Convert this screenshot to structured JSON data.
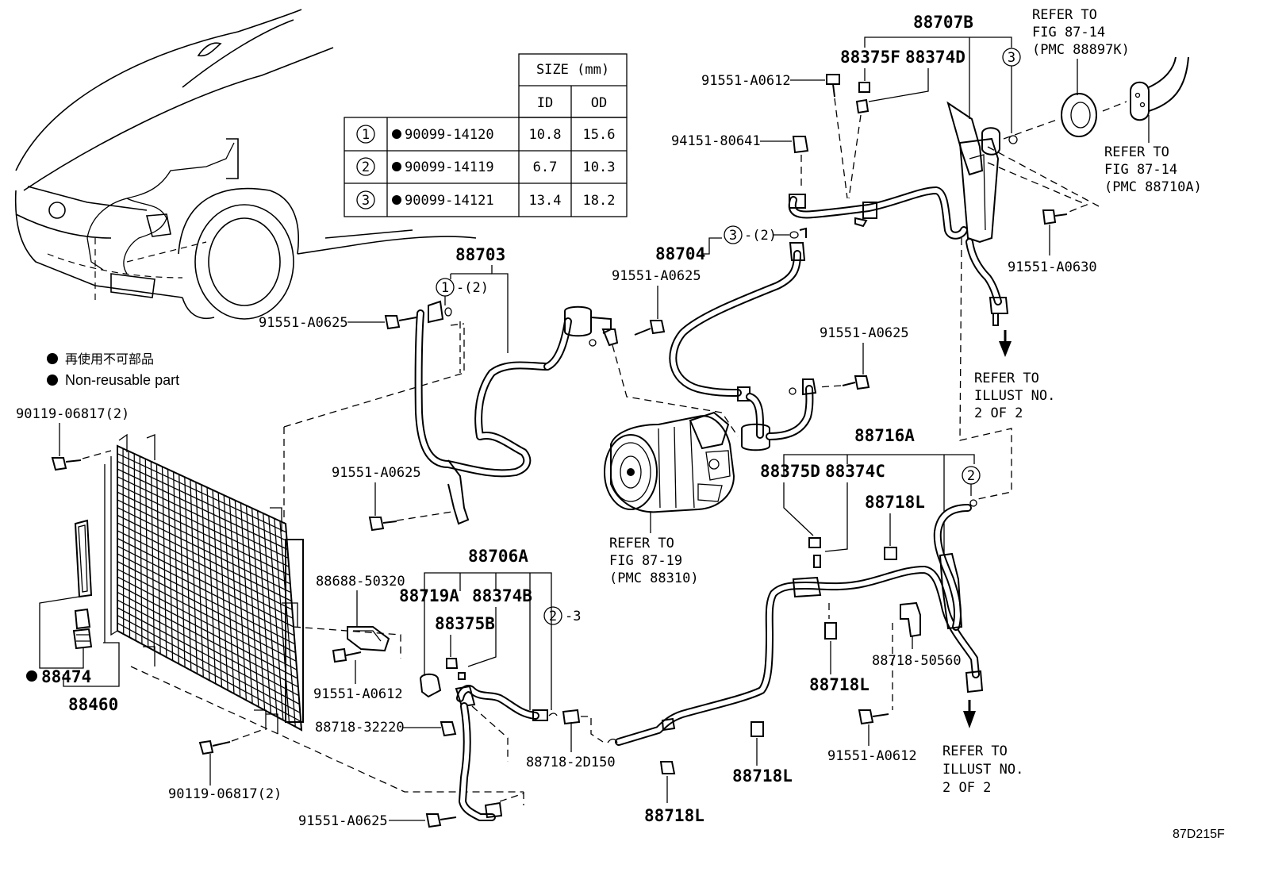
{
  "figure_code": "87D215F",
  "size_table": {
    "header": "SIZE (mm)",
    "col_id": "ID",
    "col_od": "OD",
    "rows": [
      {
        "num": "1",
        "part": "90099-14120",
        "id": "10.8",
        "od": "15.6"
      },
      {
        "num": "2",
        "part": "90099-14119",
        "id": "6.7",
        "od": "10.3"
      },
      {
        "num": "3",
        "part": "90099-14121",
        "id": "13.4",
        "od": "18.2"
      }
    ]
  },
  "legend": {
    "jp": "再使用不可部品",
    "en": "Non-reusable part"
  },
  "labels": {
    "p88707B": "88707B",
    "p88375F": "88375F",
    "p88374D": "88374D",
    "p91551_A0612_top": "91551-A0612",
    "p94151_80641": "94151-80641",
    "p88704": "88704",
    "c3_88704": "3",
    "c3_88704_qty": "-(2)",
    "c3_88707B": "3",
    "refer_87_14_a_1": "REFER TO",
    "refer_87_14_a_2": "FIG 87-14",
    "refer_87_14_a_3": "(PMC 88897K)",
    "refer_87_14_b_1": "REFER TO",
    "refer_87_14_b_2": "FIG 87-14",
    "refer_87_14_b_3": "(PMC 88710A)",
    "p91551_A0630": "91551-A0630",
    "refer_illust_a_1": "REFER TO",
    "refer_illust_a_2": "ILLUST NO.",
    "refer_illust_a_3": "2 OF 2",
    "p88703": "88703",
    "c1_88703": "1",
    "c1_88703_qty": "-(2)",
    "p91551_A0625_a": "91551-A0625",
    "p91551_A0625_b": "91551-A0625",
    "p91551_A0625_c": "91551-A0625",
    "p91551_A0625_d": "91551-A0625",
    "p91551_A0625_e": "91551-A0625",
    "p90119_06817_top": "90119-06817(2)",
    "p90119_06817_bot": "90119-06817(2)",
    "p88474": "88474",
    "p88460": "88460",
    "p88688_50320": "88688-50320",
    "p91551_A0612_mid": "91551-A0612",
    "p88718_32220": "88718-32220",
    "p88706A": "88706A",
    "p88719A": "88719A",
    "p88374B": "88374B",
    "p88375B": "88375B",
    "c2_88706A": "2",
    "c2_88706A_qty": "-3",
    "p88718_2D150": "88718-2D150",
    "refer_87_19_1": "REFER TO",
    "refer_87_19_2": "FIG 87-19",
    "refer_87_19_3": "(PMC 88310)",
    "p88716A": "88716A",
    "p88375D": "88375D",
    "p88374C": "88374C",
    "c2_88716A": "2",
    "p88718L_a": "88718L",
    "p88718L_b": "88718L",
    "p88718L_c": "88718L",
    "p88718L_d": "88718L",
    "p88718_50560": "88718-50560",
    "p91551_A0612_bot": "91551-A0612",
    "refer_illust_b_1": "REFER TO",
    "refer_illust_b_2": "ILLUST NO.",
    "refer_illust_b_3": "2 OF 2"
  }
}
